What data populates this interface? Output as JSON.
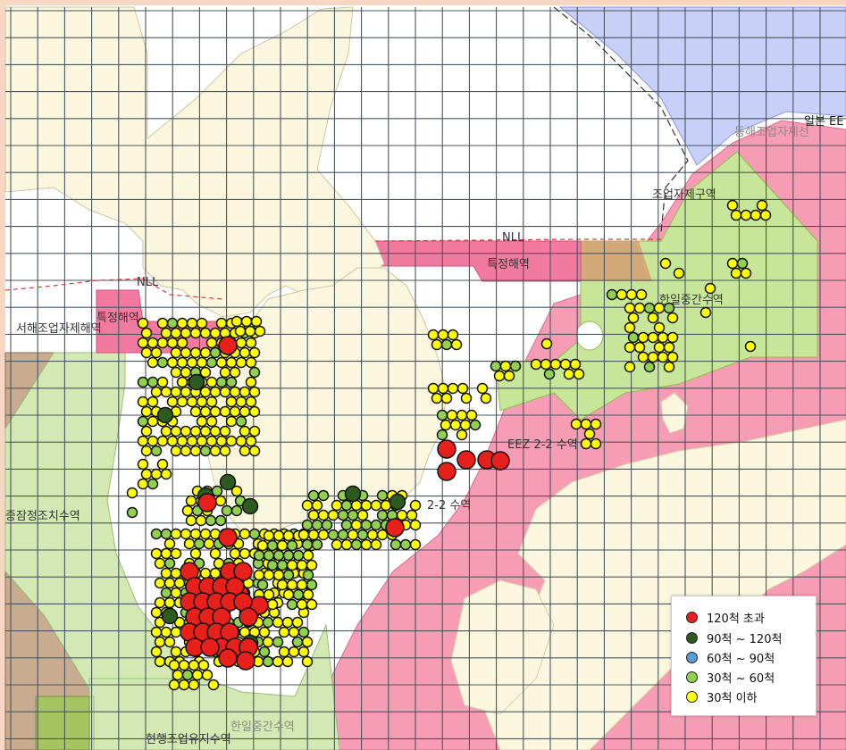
{
  "map": {
    "labels": {
      "japan_eez": "일본 EE",
      "east_sea_autonomous": "동해조업자제선",
      "autonomous_area": "조업자제구역",
      "nll_east": "NLL",
      "special_east": "특정해역",
      "nll_west": "NLL",
      "special_west": "특정해역",
      "west_sea_autonomous": "서해조업자제해역",
      "korea_japan_mid_east": "한일중간수역",
      "eez_2_2_east": "EEZ 2-2 수역",
      "eez_2_2_south": "2-2 수역",
      "provisional_measures": "중잠정조치수역",
      "current_fishing": "현행조업유지수역",
      "korea_japan_mid_south": "한일중간수역"
    }
  },
  "legend": {
    "items": [
      {
        "label": "120척 초과",
        "color": "#e8201c"
      },
      {
        "label": "90척 ~ 120척",
        "color": "#2d5a1e"
      },
      {
        "label": "60척 ~ 90척",
        "color": "#5b9bd5"
      },
      {
        "label": "30척 ~ 60척",
        "color": "#92d050"
      },
      {
        "label": "30척 이하",
        "color": "#ffff00"
      }
    ]
  }
}
